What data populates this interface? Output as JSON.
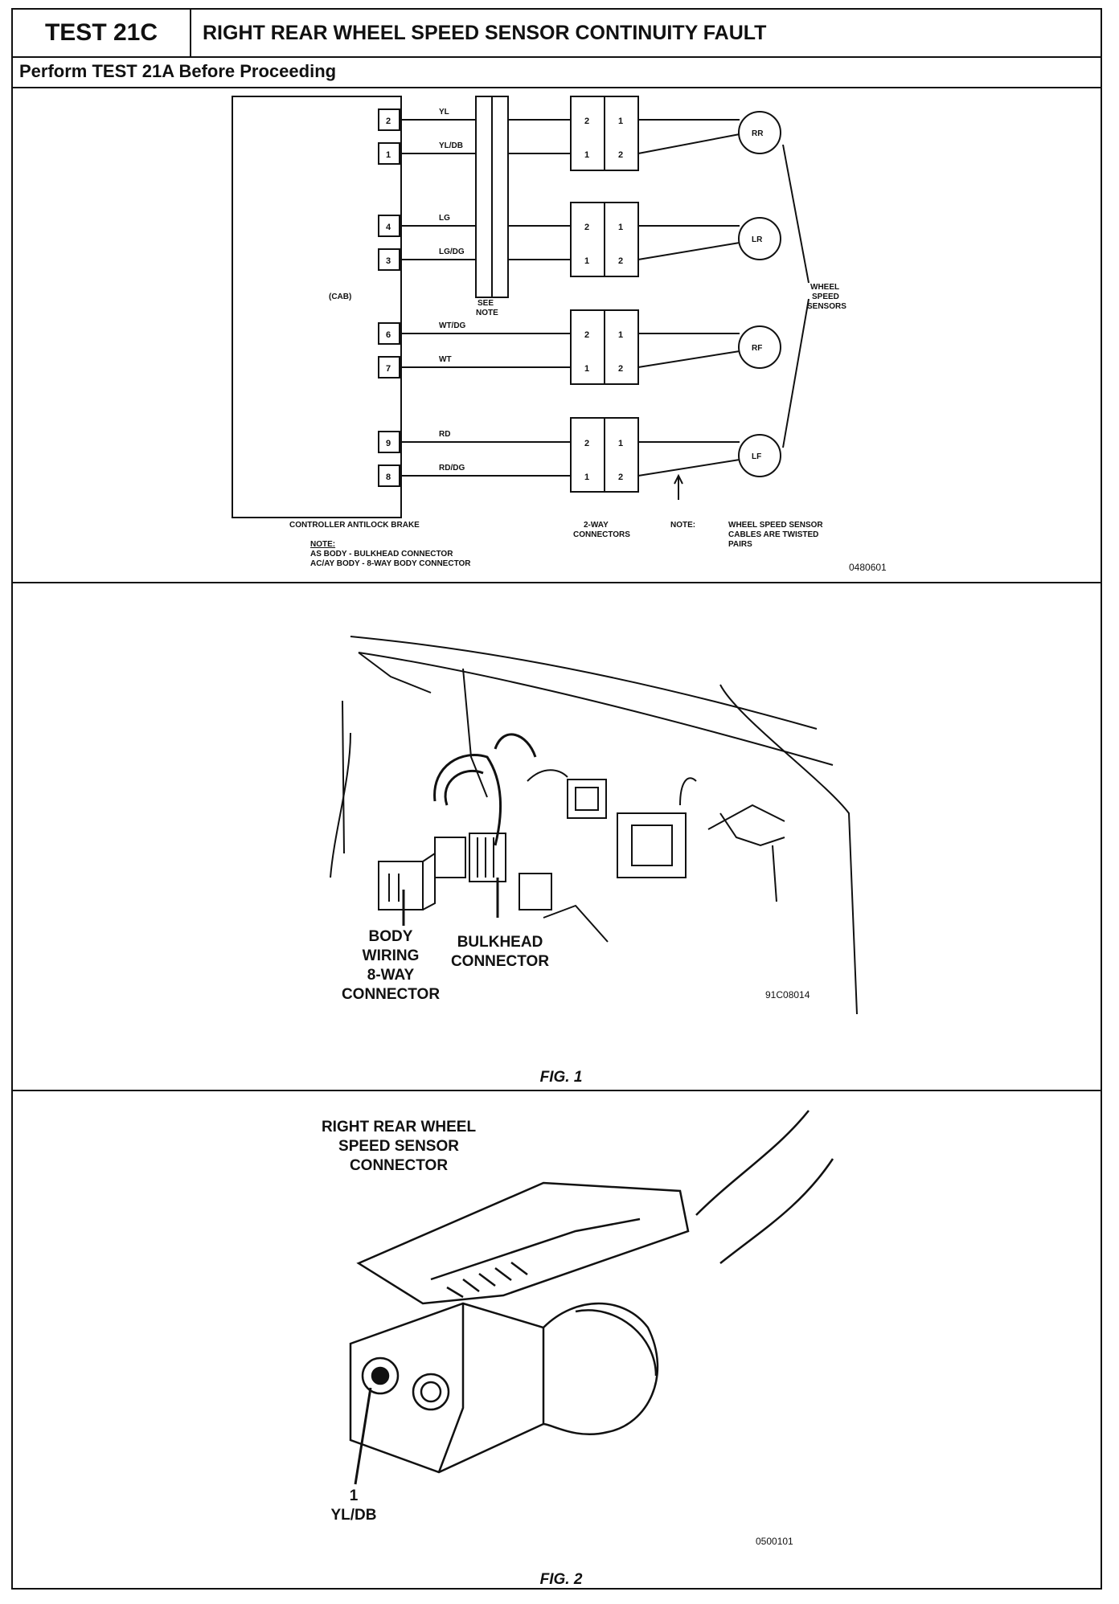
{
  "header": {
    "test_id": "TEST 21C",
    "title": "RIGHT REAR WHEEL SPEED SENSOR CONTINUITY FAULT",
    "subtitle": "Perform TEST 21A Before Proceeding"
  },
  "schematic": {
    "cab_label": "(CAB)",
    "controller_label": "CONTROLLER ANTILOCK BRAKE",
    "see_note_line1": "SEE",
    "see_note_line2": "NOTE",
    "wire_note_label": "NOTE:",
    "note_title": "NOTE:",
    "note_line1": "AS BODY - BULKHEAD CONNECTOR",
    "note_line2": "AC/AY BODY - 8-WAY BODY CONNECTOR",
    "connector_line1": "2-WAY",
    "connector_line2": "CONNECTORS",
    "cable_line1": "WHEEL SPEED SENSOR",
    "cable_line2": "CABLES ARE TWISTED",
    "cable_line3": "PAIRS",
    "sensors_line1": "WHEEL",
    "sensors_line2": "SPEED",
    "sensors_line3": "SENSORS",
    "figure_code": "0480601",
    "channels": [
      {
        "pins": [
          "2",
          "1"
        ],
        "wires": [
          "YL",
          "YL/DB"
        ],
        "sensor": "RR",
        "conn": [
          "2",
          "1",
          "1",
          "2"
        ]
      },
      {
        "pins": [
          "4",
          "3"
        ],
        "wires": [
          "LG",
          "LG/DG"
        ],
        "sensor": "LR",
        "conn": [
          "2",
          "1",
          "1",
          "2"
        ]
      },
      {
        "pins": [
          "6",
          "7"
        ],
        "wires": [
          "WT/DG",
          "WT"
        ],
        "sensor": "RF",
        "conn": [
          "2",
          "1",
          "1",
          "2"
        ]
      },
      {
        "pins": [
          "9",
          "8"
        ],
        "wires": [
          "RD",
          "RD/DG"
        ],
        "sensor": "LF",
        "conn": [
          "2",
          "1",
          "1",
          "2"
        ]
      }
    ]
  },
  "figure1": {
    "body_label": [
      "BODY",
      "WIRING",
      "8-WAY",
      "CONNECTOR"
    ],
    "bulkhead_label": [
      "BULKHEAD",
      "CONNECTOR"
    ],
    "figure_code": "91C08014",
    "caption": "FIG. 1"
  },
  "figure2": {
    "connector_label": [
      "RIGHT REAR WHEEL",
      "SPEED SENSOR",
      "CONNECTOR"
    ],
    "pin_number": "1",
    "pin_wire": "YL/DB",
    "figure_code": "0500101",
    "caption": "FIG. 2"
  }
}
